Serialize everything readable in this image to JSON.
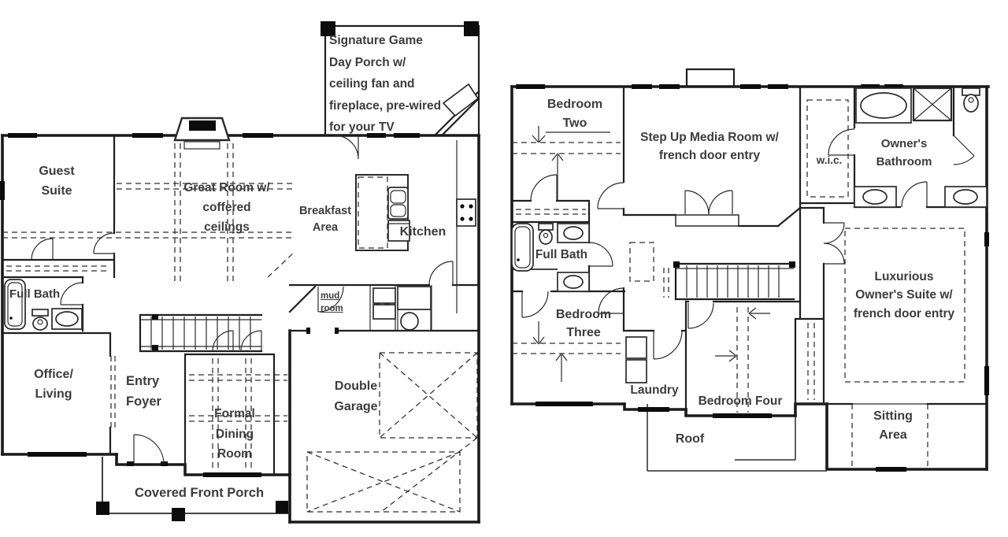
{
  "colors": {
    "wall_line": "#1a1a1a",
    "label_text": "#3c3c3c",
    "background": "#ffffff",
    "window_bar": "#0c0c0c"
  },
  "first_floor": {
    "game_day_porch": "Signature Game Day Porch w/ ceiling fan and fireplace, pre-wired for your TV",
    "guest_suite": "Guest Suite",
    "great_room": "Great Room w/ coffered ceilings",
    "breakfast_area": "Breakfast Area",
    "kitchen": "Kitchen",
    "full_bath": "Full Bath",
    "mud_room": "mud room",
    "office_living": "Office/ Living",
    "entry_foyer": "Entry Foyer",
    "formal_dining_room": "Formal Dining Room",
    "double_garage": "Double Garage",
    "covered_front_porch": "Covered Front Porch"
  },
  "second_floor": {
    "bedroom_two": "Bedroom Two",
    "media_room": "Step Up Media Room w/ french door entry",
    "wic": "w.i.c.",
    "owners_bathroom": "Owner's Bathroom",
    "full_bath": "Full Bath",
    "bedroom_three": "Bedroom Three",
    "owners_suite": "Luxurious Owner's Suite w/ french door entry",
    "laundry": "Laundry",
    "bedroom_four": "Bedroom Four",
    "roof": "Roof",
    "sitting_area": "Sitting Area"
  }
}
